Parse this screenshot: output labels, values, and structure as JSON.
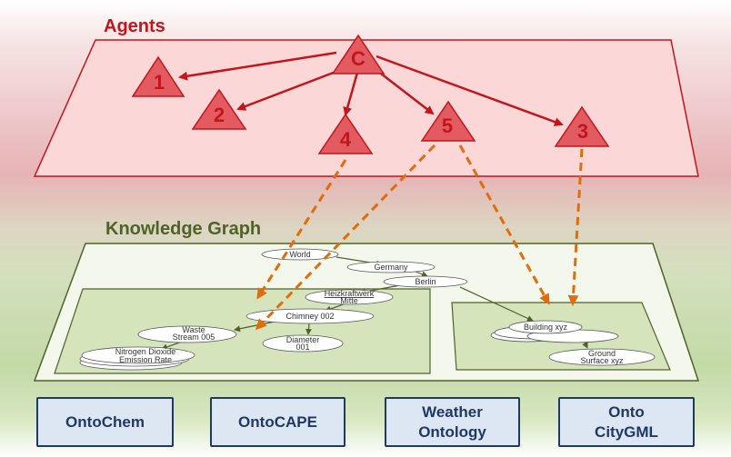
{
  "titles": {
    "agents": "Agents",
    "knowledge_graph": "Knowledge Graph"
  },
  "agents": {
    "c": "C",
    "a1": "1",
    "a2": "2",
    "a3": "3",
    "a4": "4",
    "a5": "5"
  },
  "nodes": {
    "world": "World",
    "germany": "Germany",
    "berlin": "Berlin",
    "heizkraftwerk_1": "Heizkraftwerk",
    "heizkraftwerk_2": "Mitte",
    "chimney": "Chimney 002",
    "waste_1": "Waste",
    "waste_2": "Stream 005",
    "diameter_1": "Diameter",
    "diameter_2": "001",
    "no2_1": "Nitrogen Dioxide",
    "no2_2": "Emission Rate",
    "building": "Building xyz",
    "ground_1": "Ground",
    "ground_2": "Surface xyz"
  },
  "ontologies": {
    "ontochem": "OntoChem",
    "ontocape": "OntoCAPE",
    "weather": "Weather\nOntology",
    "citygml": "Onto\nCityGML"
  },
  "colors": {
    "agent_red": "#c0161c",
    "kg_green": "#4f6228",
    "dashed_orange": "#e36c0a",
    "onto_border": "#1f3864"
  }
}
